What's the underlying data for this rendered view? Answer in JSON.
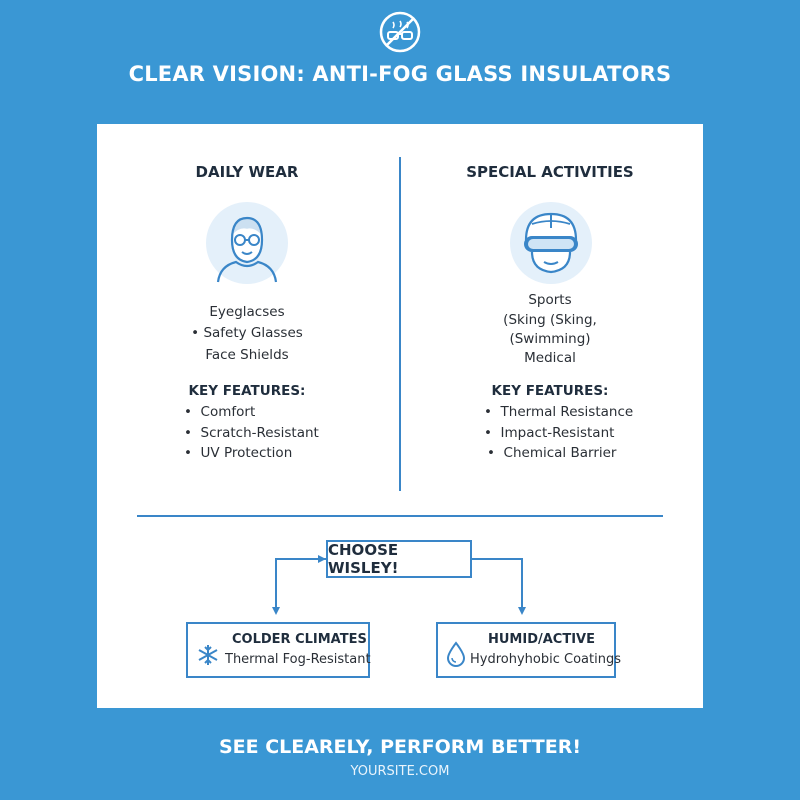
{
  "header": {
    "title": "CLEAR VISION: ANTI-FOG GLASS INSULATORS"
  },
  "left": {
    "heading": "DAILY WEAR",
    "items": [
      "Eyeglacses",
      "Safety Glasses",
      "Face Shields"
    ],
    "features_title": "KEY FEATURES:",
    "features": [
      "Comfort",
      "Scratch-Resistant",
      "UV Protection"
    ]
  },
  "right": {
    "heading": "SPECIAL ACTIVITIES",
    "items": [
      "Sports",
      "(Sking (Sking,",
      "(Swimming)",
      "Medical"
    ],
    "features_title": "KEY FEATURES:",
    "features": [
      "Thermal Resistance",
      "Impact-Resistant",
      "Chemical Barrier"
    ]
  },
  "decision": {
    "label": "CHOOSE WISLEY!",
    "cold": {
      "title": "COLDER CLIMATES",
      "subtitle": "Thermal Fog-Resistant"
    },
    "humid": {
      "title": "HUMID/ACTIVE",
      "subtitle": "Hydrohyhobic Coatings"
    }
  },
  "footer": {
    "tagline": "SEE CLEARELY, PERFORM BETTER!",
    "site": "YOURSITE.COM"
  },
  "colors": {
    "background": "#3a97d4",
    "accent": "#3a86c8",
    "card": "#ffffff"
  }
}
